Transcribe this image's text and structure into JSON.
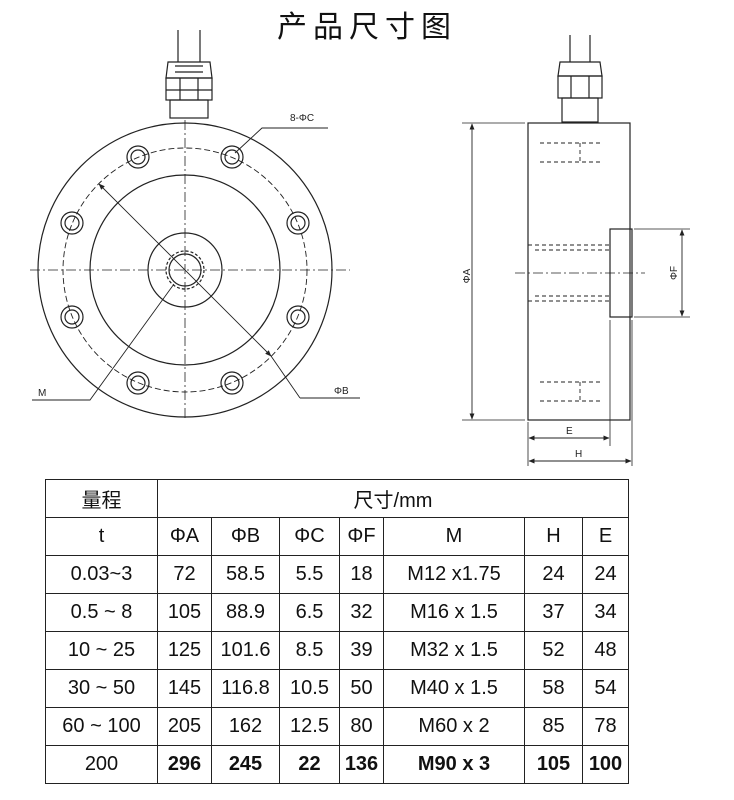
{
  "title": "产品尺寸图",
  "labels": {
    "holes": "8-ΦC",
    "m": "M",
    "phi_b": "ΦB",
    "phi_a": "ΦA",
    "phi_f": "ΦF",
    "e": "E",
    "h": "H"
  },
  "table": {
    "header_range": "量程",
    "header_size": "尺寸/mm",
    "columns": [
      "t",
      "ΦA",
      "ΦB",
      "ΦC",
      "ΦF",
      "M",
      "H",
      "E"
    ],
    "rows": [
      [
        "0.03~3",
        "72",
        "58.5",
        "5.5",
        "18",
        "M12 x1.75",
        "24",
        "24"
      ],
      [
        "0.5 ~ 8",
        "105",
        "88.9",
        "6.5",
        "32",
        "M16 x 1.5",
        "37",
        "34"
      ],
      [
        "10 ~ 25",
        "125",
        "101.6",
        "8.5",
        "39",
        "M32 x 1.5",
        "52",
        "48"
      ],
      [
        "30 ~ 50",
        "145",
        "116.8",
        "10.5",
        "50",
        "M40 x 1.5",
        "58",
        "54"
      ],
      [
        "60 ~ 100",
        "205",
        "162",
        "12.5",
        "80",
        "M60  x  2",
        "85",
        "78"
      ],
      [
        "200",
        "296",
        "245",
        "22",
        "136",
        "M90 x 3",
        "105",
        "100"
      ]
    ]
  }
}
